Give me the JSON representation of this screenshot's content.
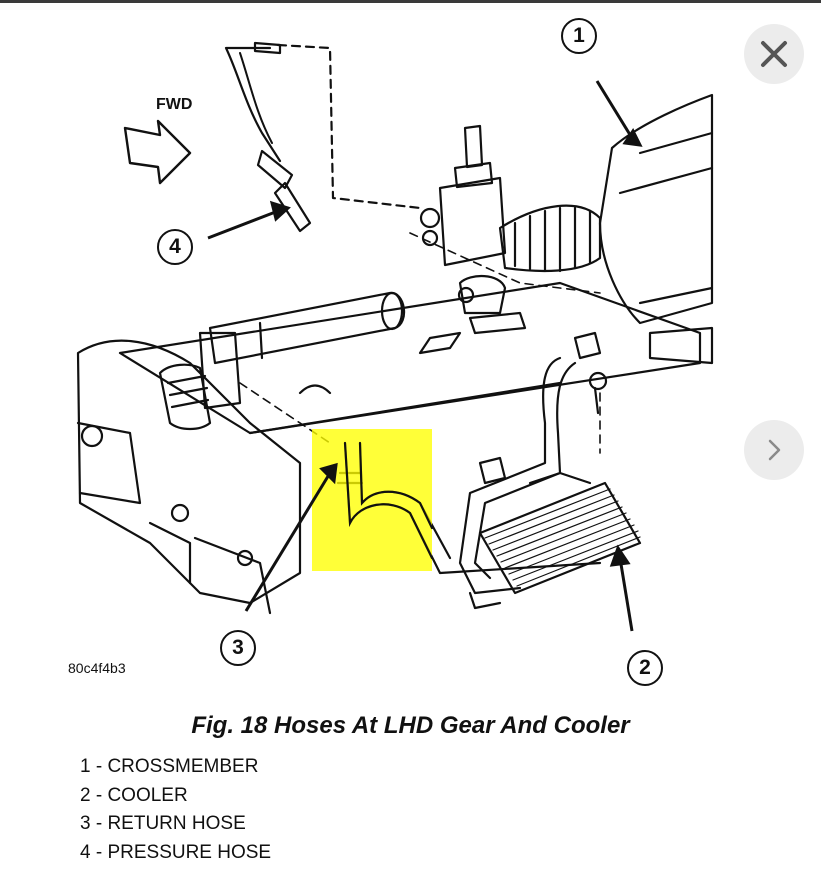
{
  "figure": {
    "title": "Fig. 18 Hoses At LHD Gear And Cooler",
    "id_code": "80c4f4b3",
    "fwd_label": "FWD",
    "callouts": [
      "1",
      "2",
      "3",
      "4"
    ],
    "legend": [
      "1 - CROSSMEMBER",
      "2 - COOLER",
      "3 - RETURN HOSE",
      "4 - PRESSURE HOSE"
    ]
  },
  "viewer": {
    "close_icon": "close-icon",
    "next_icon": "chevron-right-icon",
    "highlight_color": "#ffff00"
  }
}
